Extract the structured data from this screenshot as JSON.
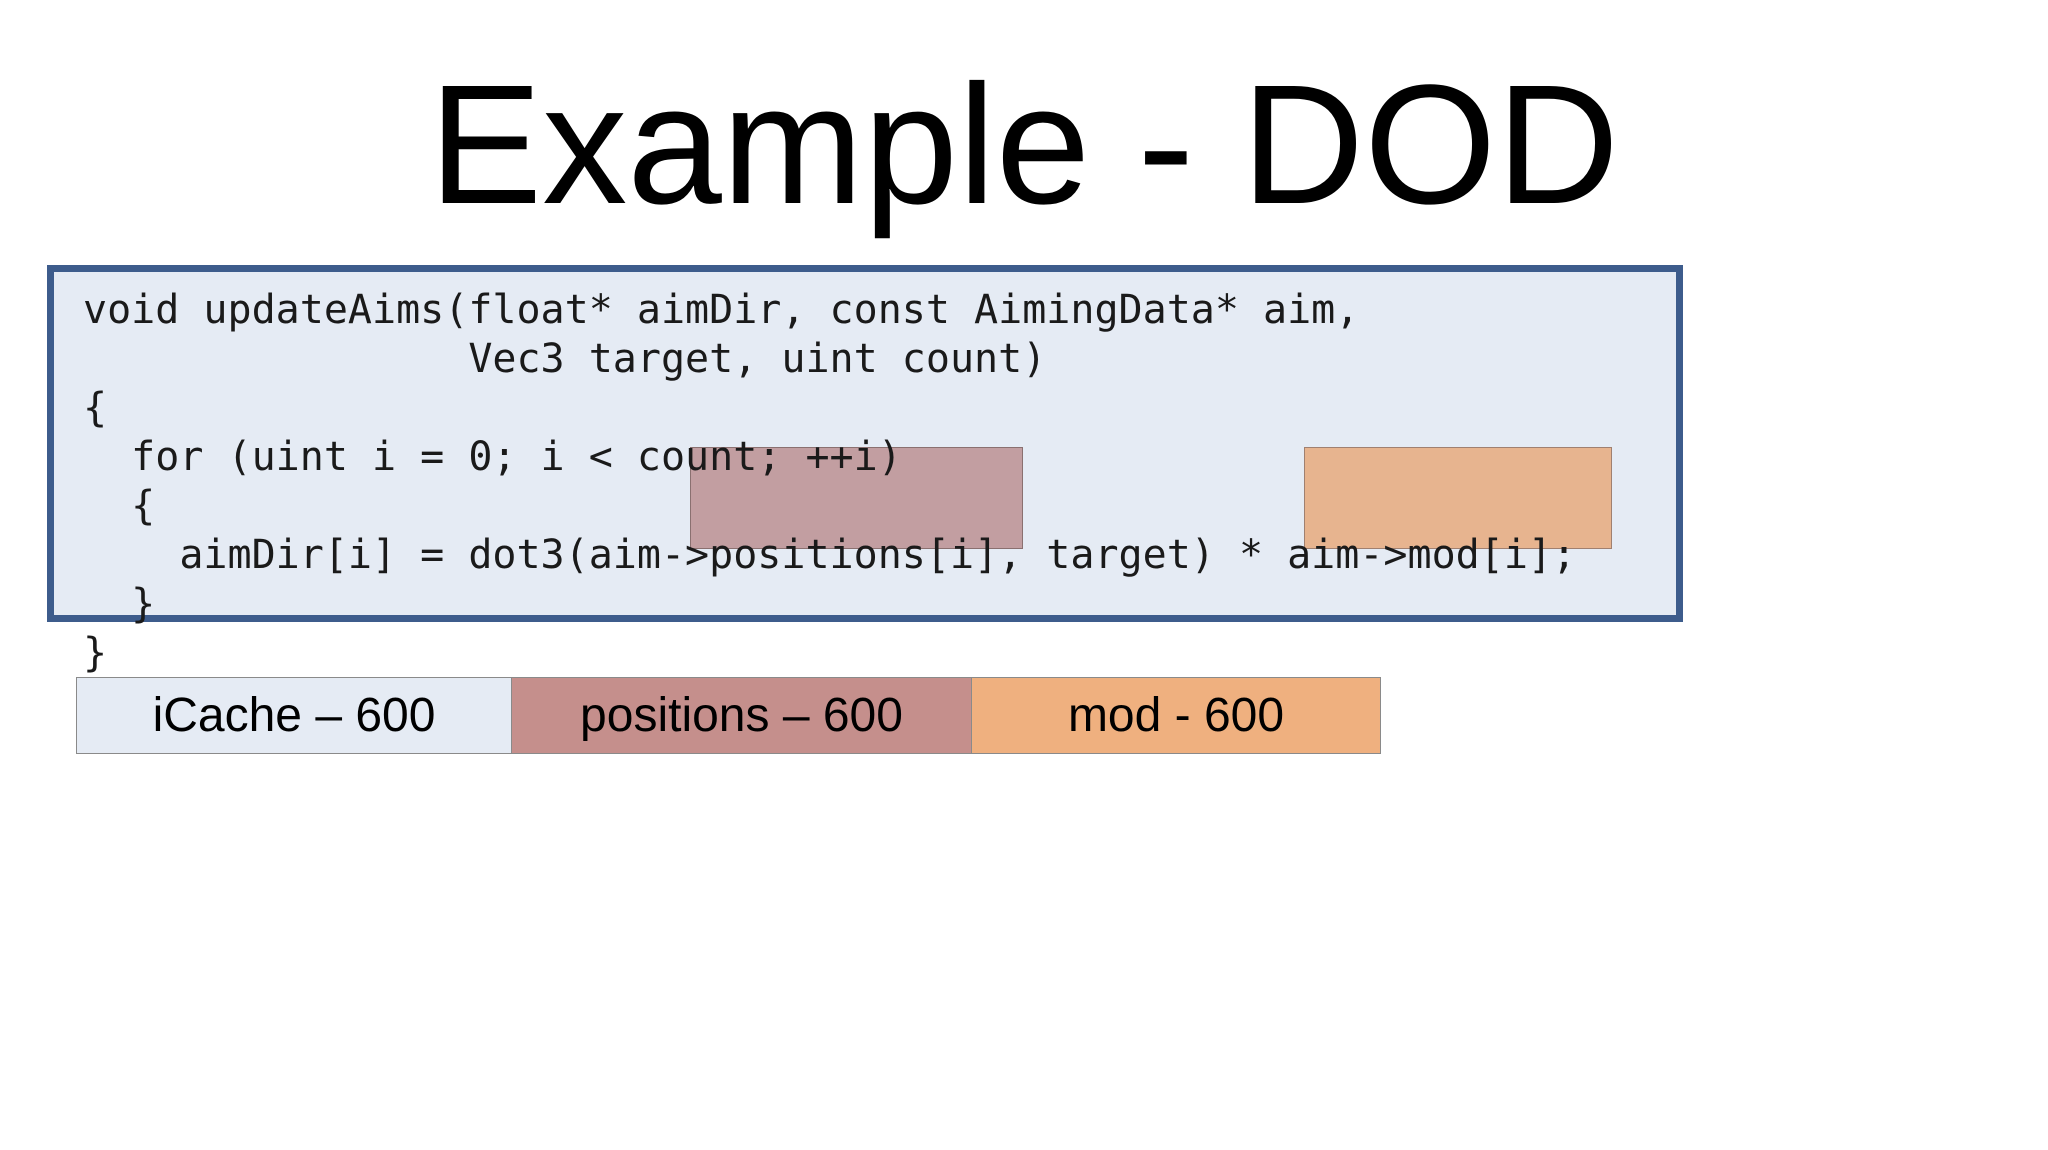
{
  "slide": {
    "title": "Example - DOD"
  },
  "code": {
    "lines": [
      "void updateAims(float* aimDir, const AimingData* aim,",
      "                Vec3 target, uint count)",
      "{",
      "  for (uint i = 0; i < count; ++i)",
      "  {",
      "    aimDir[i] = dot3(aim->positions[i], target) * aim->mod[i];",
      "  }",
      "}"
    ]
  },
  "cache_bar": {
    "segments": [
      {
        "label": "iCache – 600",
        "color": "#e5ebf4"
      },
      {
        "label": "positions – 600",
        "color": "#c58f8c"
      },
      {
        "label": "mod - 600",
        "color": "#efb07f"
      }
    ]
  },
  "colors": {
    "code_box_border": "#3d5c8c",
    "code_box_fill": "#e5ebf4",
    "positions_highlight": "#b47d7d",
    "mod_highlight": "#e8aa7d"
  }
}
